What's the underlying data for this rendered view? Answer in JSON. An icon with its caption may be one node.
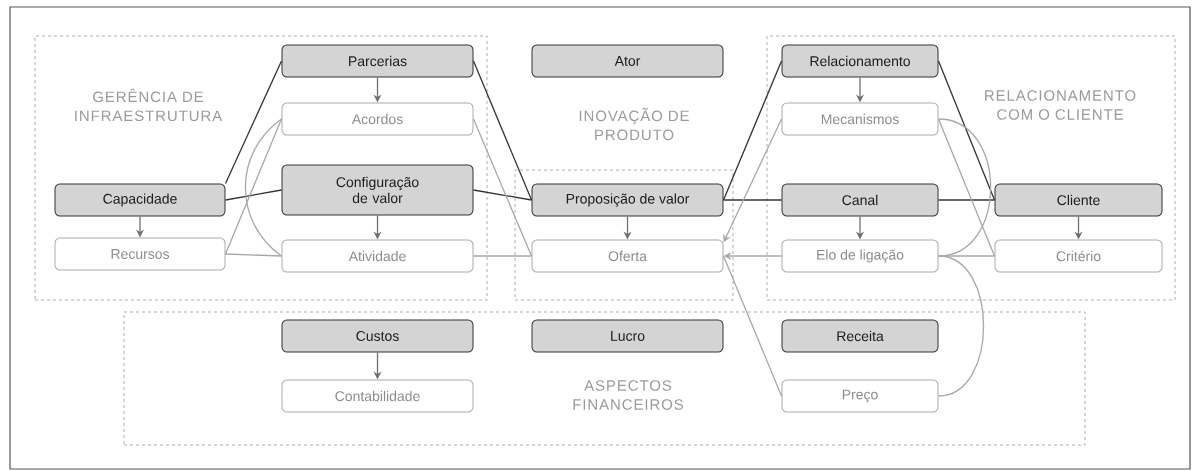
{
  "diagram": {
    "nodes": [
      {
        "text": [
          "GERÊNCIA DE INFRAESTRUTURA"
        ]
      },
      {
        "text": [
          "Parcerias"
        ],
        "in": 0
      },
      {
        "text": [
          "Acordos"
        ],
        "in": 0
      },
      {
        "text": [
          "Capacidade"
        ],
        "in": 0
      },
      {
        "text": [
          "Configuração de valor"
        ],
        "in": 0
      },
      {
        "text": [
          "Recursos"
        ],
        "in": 0
      },
      {
        "text": [
          "Atividade"
        ],
        "in": 0
      },
      {
        "text": [
          "Ator"
        ]
      },
      {
        "text": [],
        "shape": "box"
      },
      {
        "text": [
          "Proposição de valor"
        ],
        "in": 8
      },
      {
        "text": [
          "Oferta"
        ],
        "in": 8
      },
      {
        "text": [
          "RELACIONAMENTO COM O CLIENTE"
        ]
      },
      {
        "text": [
          "Relacionamento"
        ],
        "in": 11
      },
      {
        "text": [
          "Mecanismos"
        ],
        "in": 11
      },
      {
        "text": [
          "Canal"
        ],
        "in": 11
      },
      {
        "text": [
          "Cliente"
        ],
        "in": 11
      },
      {
        "text": [
          "Elo de ligação"
        ],
        "in": 11
      },
      {
        "text": [
          "Critério"
        ],
        "in": 11
      },
      {
        "text": [
          "ASPECTOS FINANCEIROS"
        ]
      },
      {
        "text": [
          "Custos"
        ],
        "in": 18
      },
      {
        "text": [
          "Lucro"
        ],
        "in": 18
      },
      {
        "text": [
          "Receita"
        ],
        "in": 18
      },
      {
        "text": [
          "Contabilidade"
        ],
        "in": 18
      },
      {
        "text": [
          "Preço"
        ],
        "in": 18
      }
    ],
    "edges": [
      {
        "from": 3,
        "to": 1,
        "arrow": "none",
        "color": "#333333"
      },
      {
        "from": 3,
        "to": 4,
        "arrow": "none",
        "color": "#333333"
      },
      {
        "from": 1,
        "to": 9,
        "arrow": "none",
        "color": "#333333"
      },
      {
        "from": 4,
        "to": 9,
        "arrow": "none",
        "color": "#333333"
      },
      {
        "from": 9,
        "to": 12,
        "arrow": "none",
        "color": "#333333"
      },
      {
        "from": 9,
        "to": 14,
        "arrow": "none",
        "color": "#333333"
      },
      {
        "from": 12,
        "to": 15,
        "arrow": "none",
        "color": "#333333"
      },
      {
        "from": 14,
        "to": 15,
        "arrow": "none",
        "color": "#333333"
      },
      {
        "from": 1,
        "to": 2,
        "arrow": "to",
        "color": "#707070"
      },
      {
        "from": 3,
        "to": 5,
        "arrow": "to",
        "color": "#707070"
      },
      {
        "from": 4,
        "to": 6,
        "arrow": "to",
        "color": "#707070"
      },
      {
        "from": 9,
        "to": 10,
        "arrow": "to",
        "color": "#707070"
      },
      {
        "from": 12,
        "to": 13,
        "arrow": "to",
        "color": "#707070"
      },
      {
        "from": 14,
        "to": 16,
        "arrow": "to",
        "color": "#707070"
      },
      {
        "from": 15,
        "to": 17,
        "arrow": "to",
        "color": "#707070"
      },
      {
        "from": 19,
        "to": 22,
        "arrow": "to",
        "color": "#707070"
      },
      {
        "from": 2,
        "to": 6,
        "arrow": "none"
      },
      {
        "from": 5,
        "to": 2,
        "arrow": "none"
      },
      {
        "from": 5,
        "to": 6,
        "arrow": "none"
      },
      {
        "from": 2,
        "to": 10,
        "arrow": "none"
      },
      {
        "from": 6,
        "to": 10,
        "arrow": "none"
      },
      {
        "from": 13,
        "to": 10,
        "arrow": "to"
      },
      {
        "from": 16,
        "to": 10,
        "arrow": "to"
      },
      {
        "from": 10,
        "to": 23,
        "arrow": "none"
      },
      {
        "from": 13,
        "to": 16,
        "arrow": "none"
      },
      {
        "from": 13,
        "to": 17,
        "arrow": "none"
      },
      {
        "from": 16,
        "to": 17,
        "arrow": "none"
      },
      {
        "from": 16,
        "to": 23,
        "arrow": "none"
      }
    ],
    "labels": [
      "INOVAÇÃO DE PRODUTO"
    ]
  }
}
